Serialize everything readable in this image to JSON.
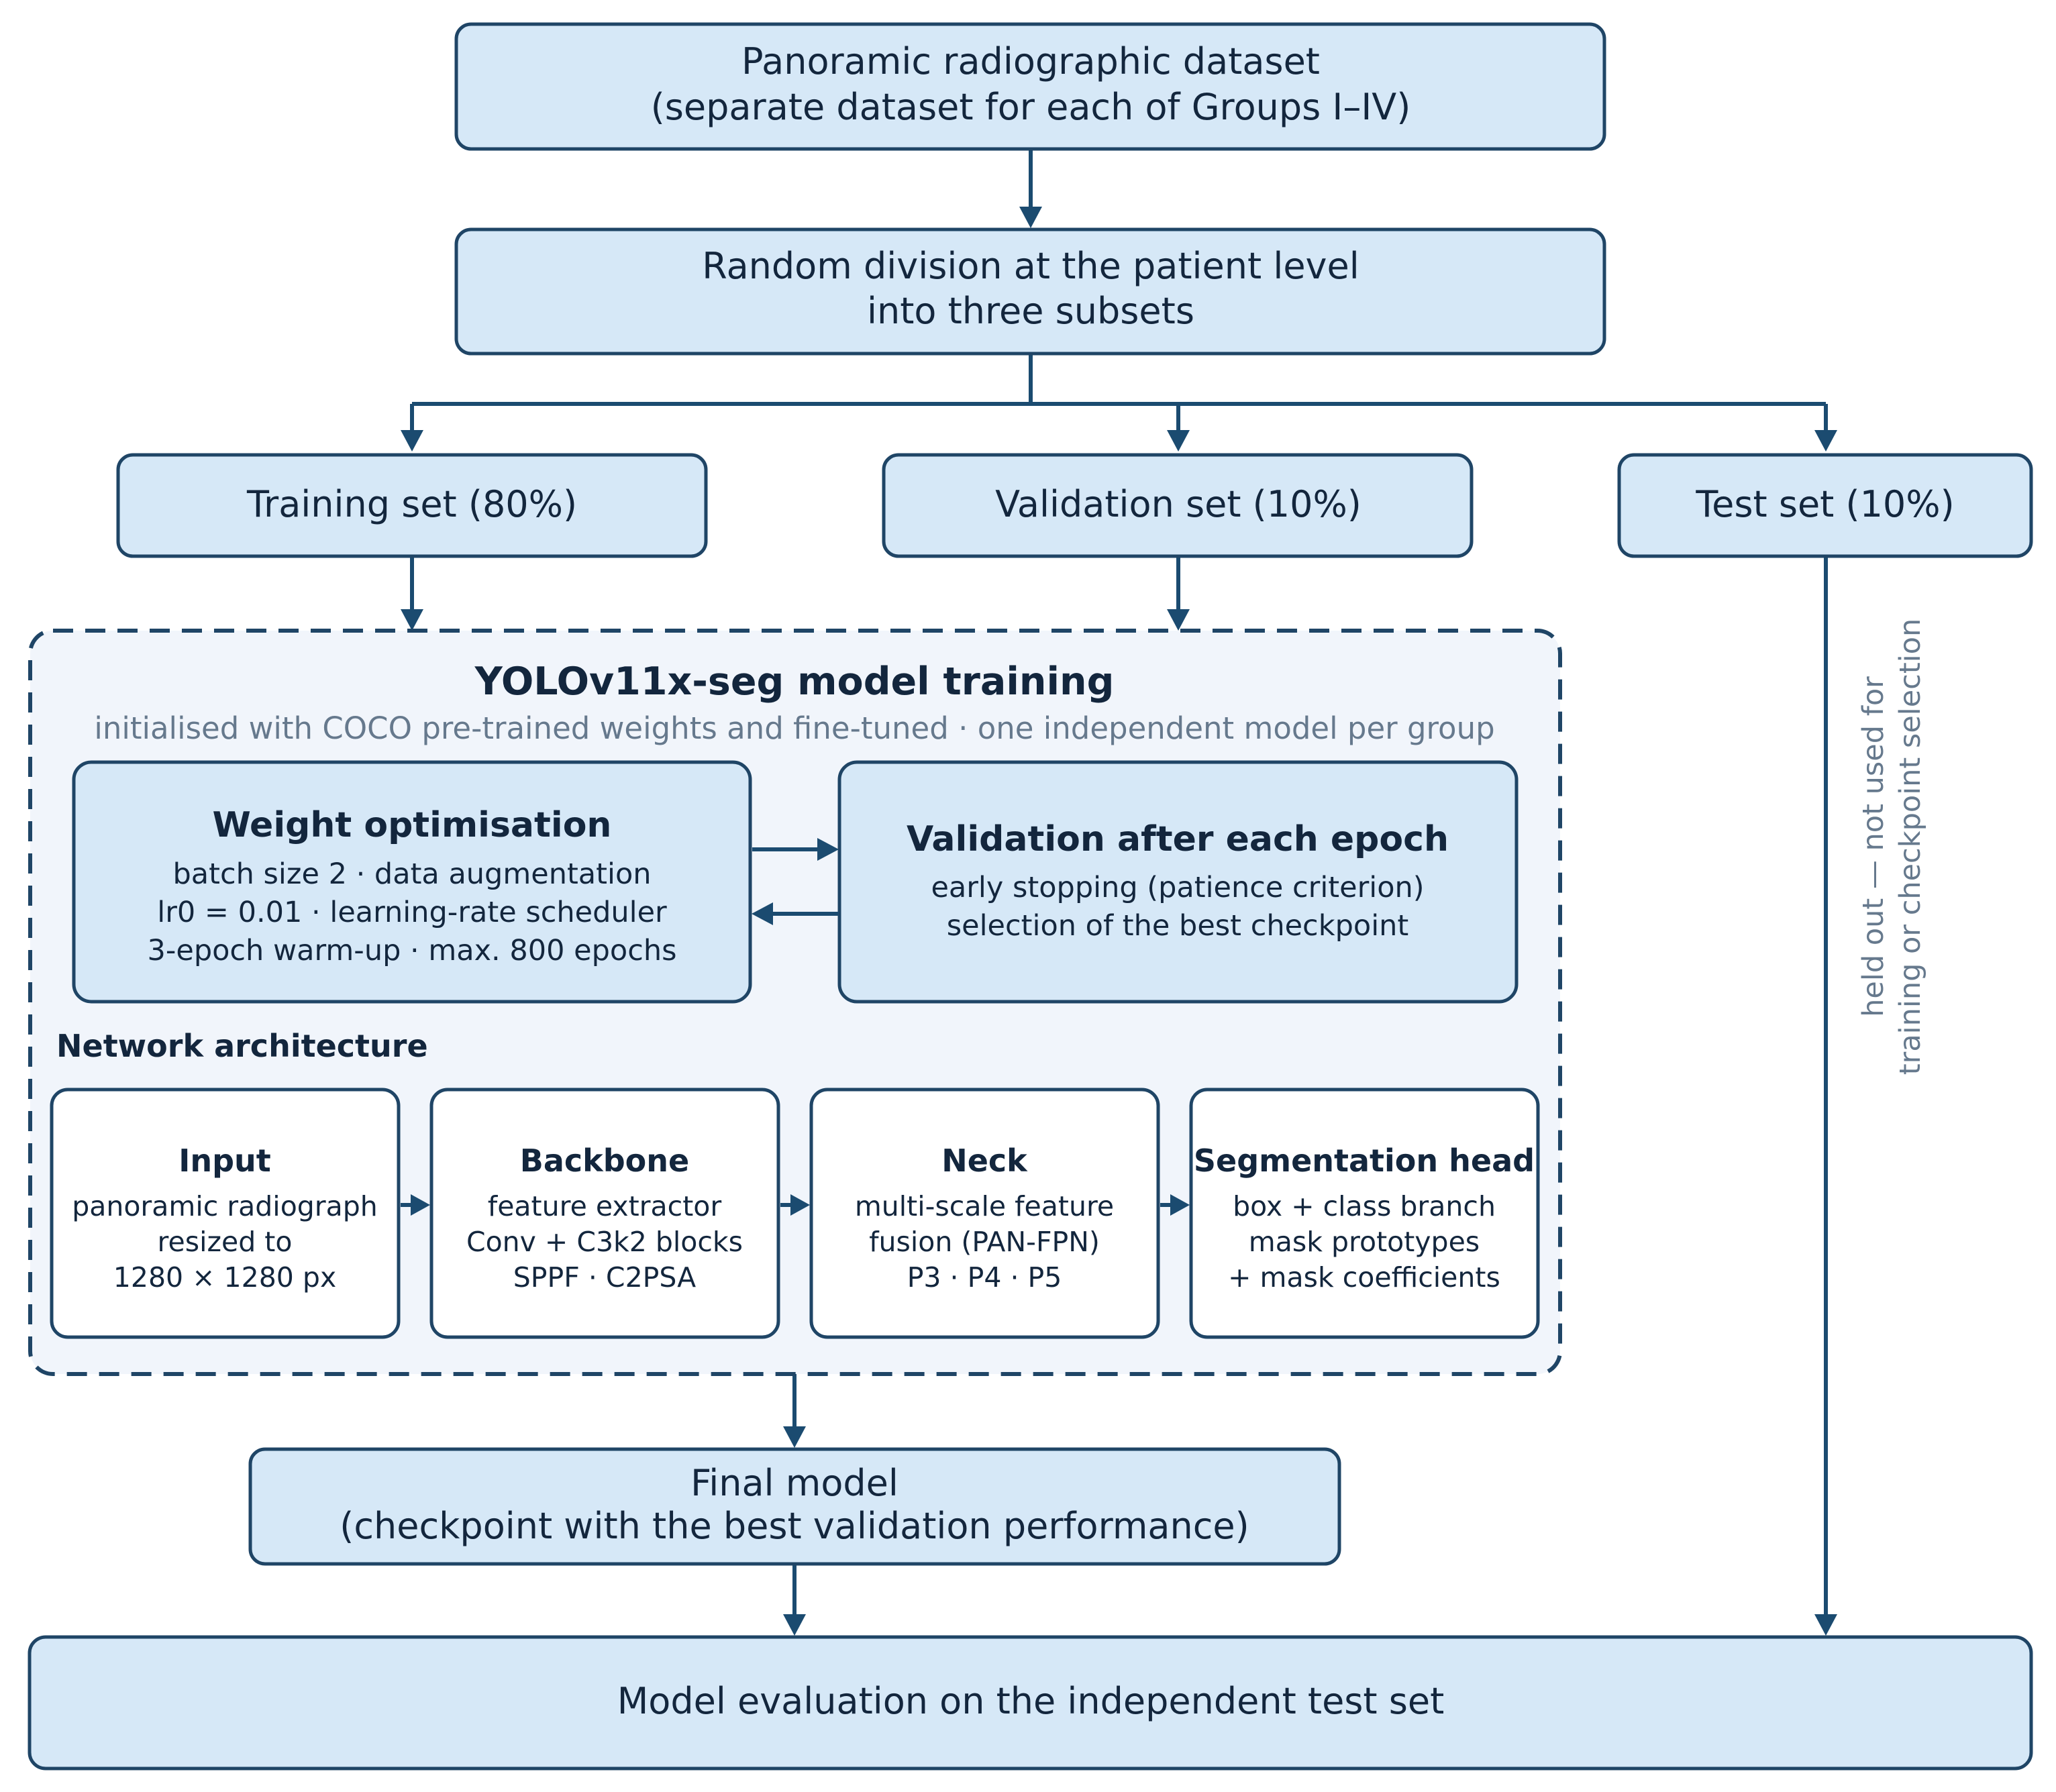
{
  "dataset": {
    "line1": "Panoramic radiographic dataset",
    "line2": "(separate dataset for each of Groups I–IV)"
  },
  "division": {
    "line1": "Random division at the patient level",
    "line2": "into three subsets"
  },
  "subsets": {
    "training": "Training set (80%)",
    "validation": "Validation set (10%)",
    "test": "Test set (10%)"
  },
  "training_block": {
    "title": "YOLOv11x-seg model training",
    "subtitle": "initialised with COCO pre-trained weights and fine-tuned · one independent model per group",
    "weight_opt": {
      "title": "Weight optimisation",
      "lines": [
        "batch size 2 · data augmentation",
        "lr0 = 0.01 · learning-rate scheduler",
        "3-epoch warm-up · max. 800 epochs"
      ]
    },
    "validation_epoch": {
      "title": "Validation after each epoch",
      "lines": [
        "early stopping (patience criterion)",
        "selection of the best checkpoint"
      ]
    },
    "arch_label": "Network architecture",
    "arch": [
      {
        "title": "Input",
        "lines": [
          "panoramic radiograph",
          "resized to",
          "1280 × 1280 px"
        ]
      },
      {
        "title": "Backbone",
        "lines": [
          "feature extractor",
          "Conv + C3k2 blocks",
          "SPPF · C2PSA"
        ]
      },
      {
        "title": "Neck",
        "lines": [
          "multi-scale feature",
          "fusion (PAN-FPN)",
          "P3 · P4 · P5"
        ]
      },
      {
        "title": "Segmentation head",
        "lines": [
          "box + class branch",
          "mask prototypes",
          "+ mask coefficients"
        ]
      }
    ]
  },
  "held_out": {
    "line1": "held out — not used for",
    "line2": "training or checkpoint selection"
  },
  "final_model": {
    "line1": "Final model",
    "line2": "(checkpoint with the best validation performance)"
  },
  "evaluation": "Model evaluation on the independent test set"
}
